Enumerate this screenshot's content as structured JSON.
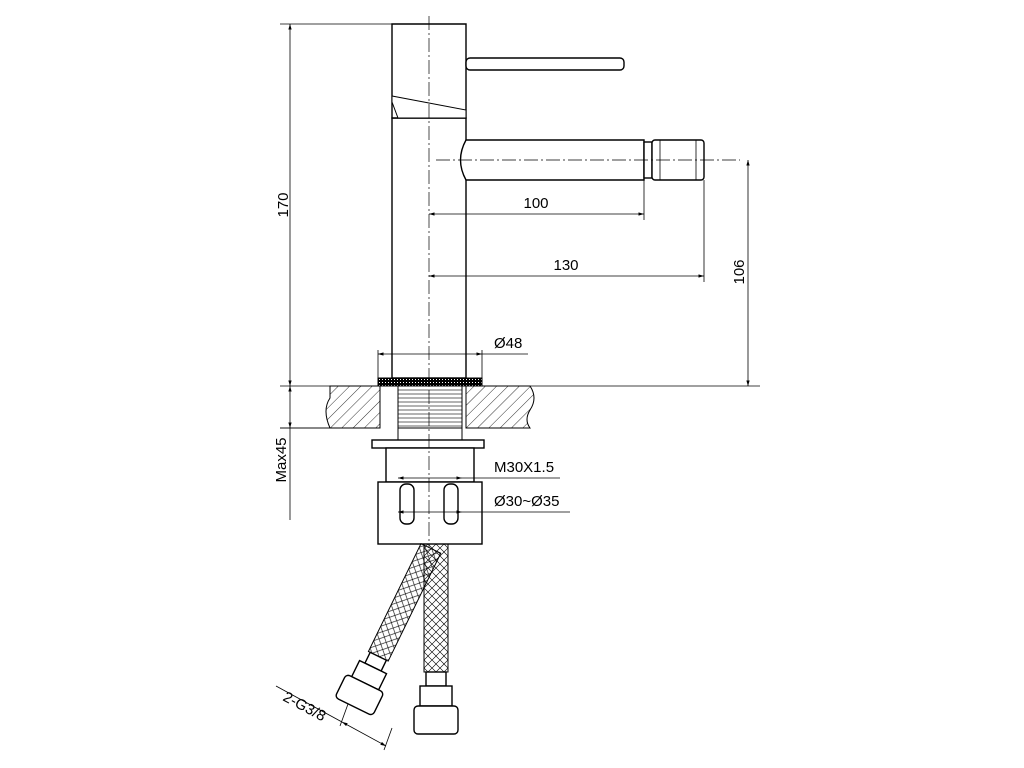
{
  "dimensions": {
    "height_total": "170",
    "spout_reach": "100",
    "overall_reach": "130",
    "spout_height": "106",
    "base_diameter": "Ø48",
    "max_deck_thickness": "Max45",
    "thread": "M30X1.5",
    "hole_diameter": "Ø30~Ø35",
    "hose_connection": "2-G3/8"
  }
}
